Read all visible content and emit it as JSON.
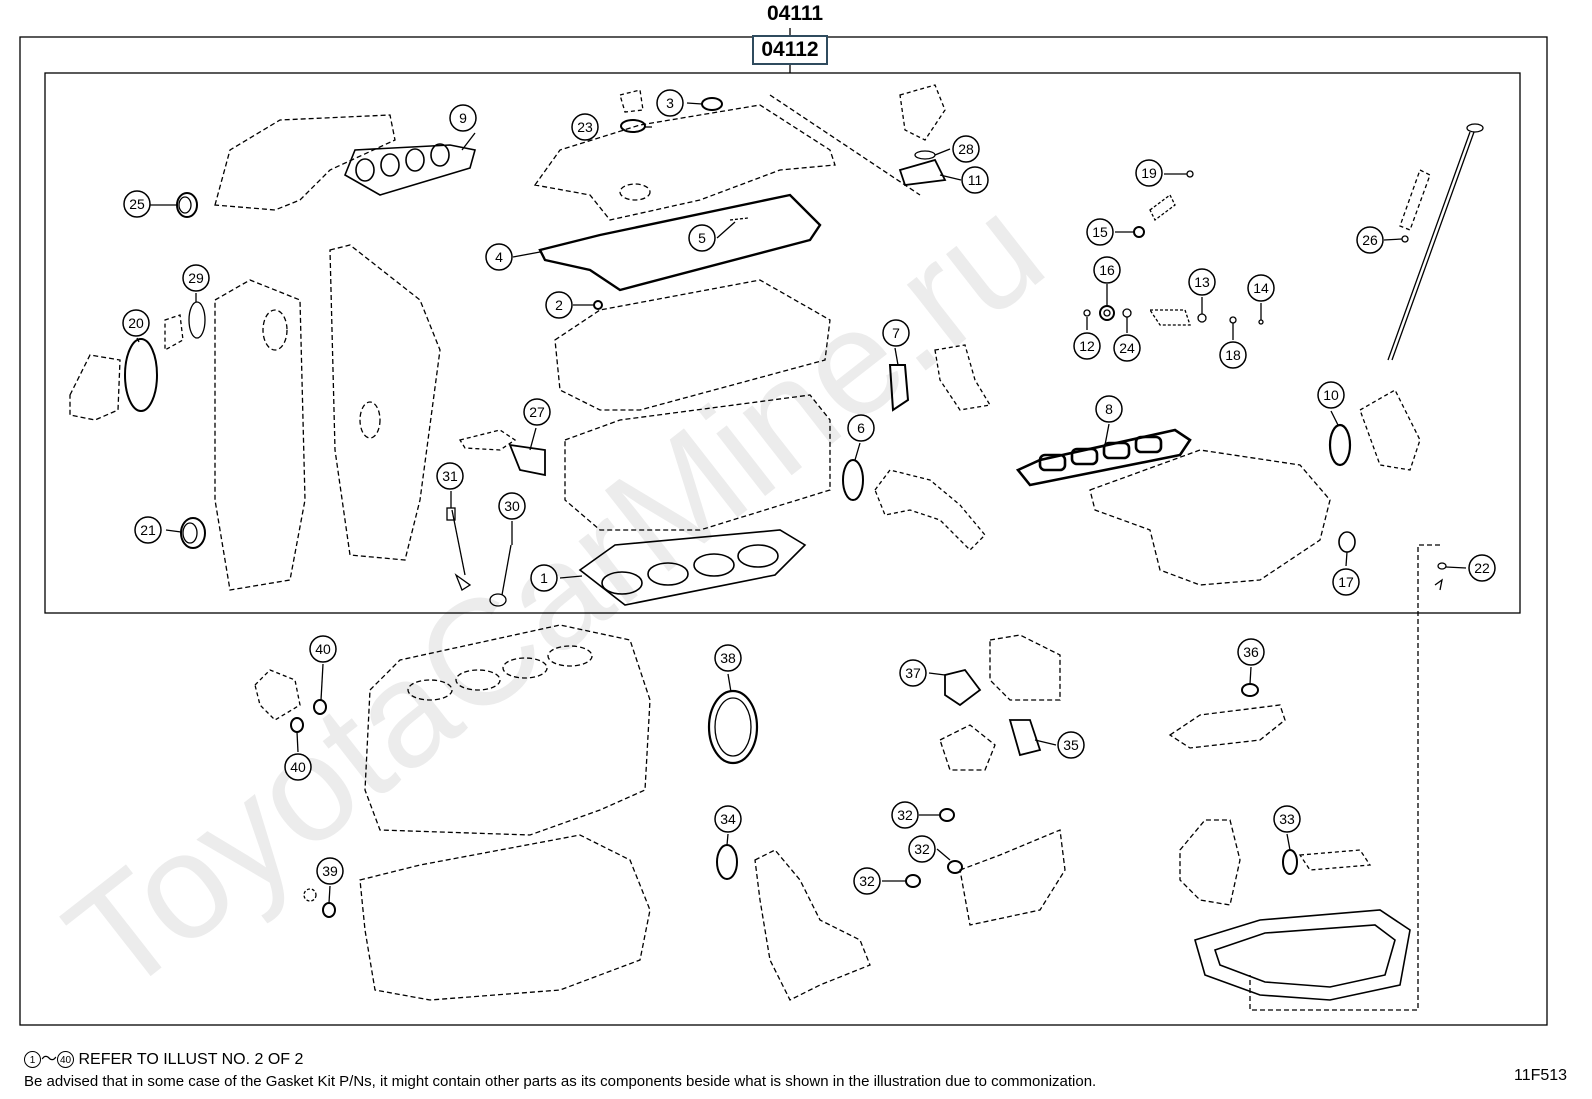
{
  "header": {
    "kit_top": "04111",
    "kit_boxed": "04112"
  },
  "watermark": "ToyotaCarMine.ru",
  "callouts": [
    "1",
    "2",
    "3",
    "4",
    "5",
    "6",
    "7",
    "8",
    "9",
    "10",
    "11",
    "12",
    "13",
    "14",
    "15",
    "16",
    "17",
    "18",
    "19",
    "20",
    "21",
    "22",
    "23",
    "24",
    "25",
    "26",
    "27",
    "28",
    "29",
    "30",
    "31",
    "32",
    "33",
    "34",
    "35",
    "36",
    "37",
    "38",
    "39",
    "40"
  ],
  "footer": {
    "range_start": "1",
    "range_sep": "～",
    "range_end": "40",
    "refer_text": "REFER TO ILLUST NO. 2 OF 2",
    "advisory": "Be advised that in some case of the Gasket Kit P/Ns,  it might contain other parts as its components beside what is shown in the illustration due to commonization.",
    "illustration_no": "11F513"
  },
  "colors": {
    "line": "#000000",
    "box_border": "#2f4b5e",
    "watermark": "#ececec"
  }
}
